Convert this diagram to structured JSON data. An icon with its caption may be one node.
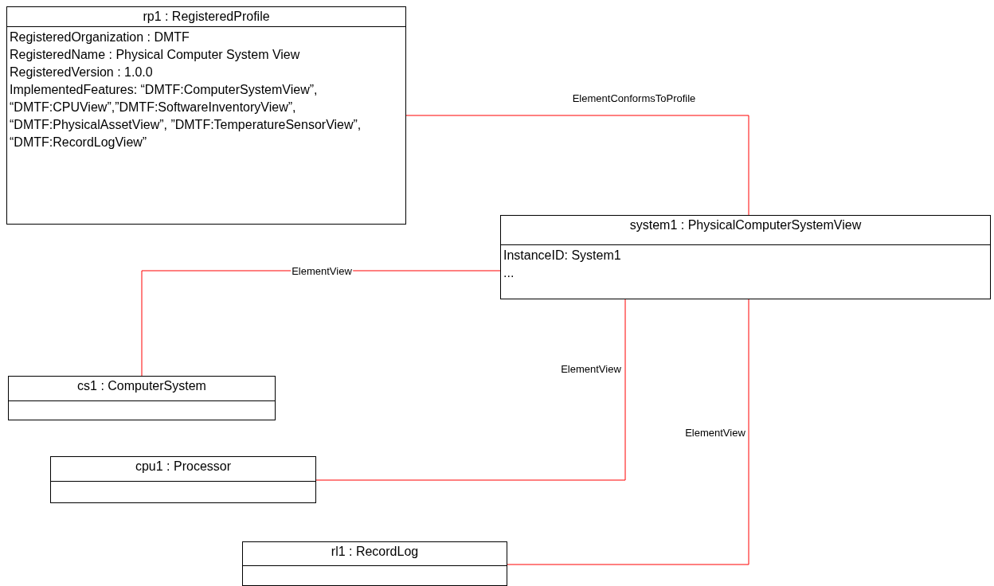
{
  "diagram": {
    "nodes": [
      {
        "text": [
          "rp1 : RegisteredProfile",
          "RegisteredOrganization : DMTF",
          "RegisteredName : Physical Computer System View",
          "RegisteredVersion : 1.0.0",
          "ImplementedFeatures: “DMTF:ComputerSystemView”, “DMTF:CPUView”,”DMTF:SoftwareInventoryView”, “DMTF:PhysicalAssetView”, ”DMTF:TemperatureSensorView”, “DMTF:RecordLogView”"
        ]
      },
      {
        "text": [
          "system1 : PhysicalComputerSystemView",
          "InstanceID: System1",
          "..."
        ]
      },
      {
        "text": [
          "cs1 : ComputerSystem"
        ]
      },
      {
        "text": [
          "cpu1 : Processor"
        ]
      },
      {
        "text": [
          "rl1 : RecordLog"
        ]
      }
    ],
    "edges": [
      {
        "from": 0,
        "to": 1,
        "arrow": "none",
        "label": "ElementConformsToProfile"
      },
      {
        "from": 2,
        "to": 1,
        "arrow": "none",
        "label": "ElementView"
      },
      {
        "from": 3,
        "to": 1,
        "arrow": "none",
        "label": "ElementView"
      },
      {
        "from": 4,
        "to": 1,
        "arrow": "none",
        "label": "ElementView"
      }
    ]
  }
}
